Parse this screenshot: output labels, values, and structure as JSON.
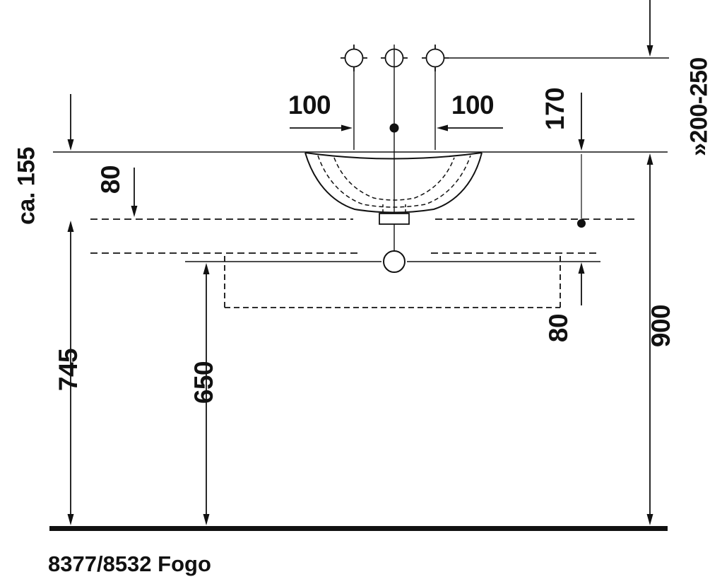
{
  "title": "8377/8532 Fogo",
  "dimensions": {
    "left_faucet_offset": "100",
    "right_faucet_offset": "100",
    "rim_offset_170": "170",
    "faucet_height_range": "»200-250",
    "bowl_height_above_counter": "ca. 155",
    "counter_offset_left_80": "80",
    "floor_to_counter_top": "745",
    "floor_to_console_underside": "650",
    "counter_offset_right_80": "80",
    "floor_to_rim": "900"
  },
  "colors": {
    "line": "#111111",
    "background": "#ffffff"
  }
}
